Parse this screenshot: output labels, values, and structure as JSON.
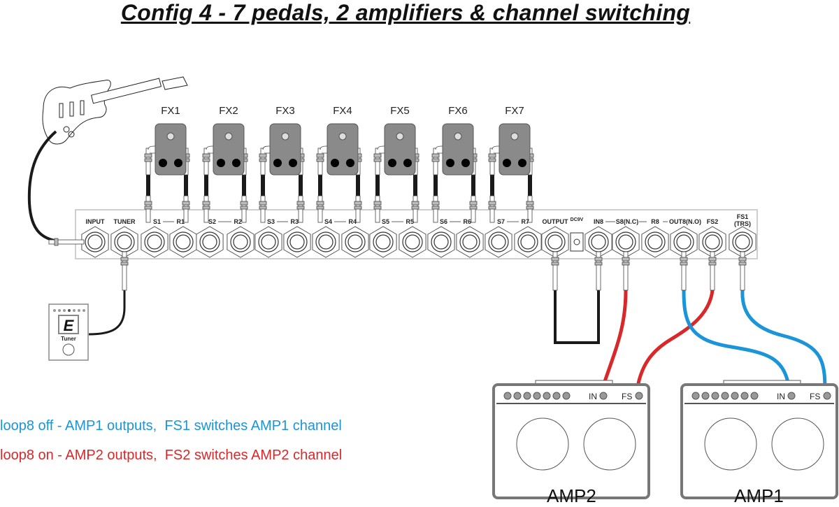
{
  "title": "Config 4 - 7 pedals, 2 amplifiers & channel switching",
  "pedals": [
    {
      "label": "FX1",
      "send": "S1",
      "return": "R1"
    },
    {
      "label": "FX2",
      "send": "S2",
      "return": "R2"
    },
    {
      "label": "FX3",
      "send": "S3",
      "return": "R3"
    },
    {
      "label": "FX4",
      "send": "S4",
      "return": "R4"
    },
    {
      "label": "FX5",
      "send": "S5",
      "return": "R5"
    },
    {
      "label": "FX6",
      "send": "S6",
      "return": "R6"
    },
    {
      "label": "FX7",
      "send": "S7",
      "return": "R7"
    }
  ],
  "switcher": {
    "input_label": "INPUT",
    "tuner_label": "TUNER",
    "output_label": "OUTPUT",
    "power_label": "DC9V",
    "in8_label": "IN8",
    "s8_label": "S8(N.C)",
    "r8_label": "R8",
    "out8_label": "OUT8(N.O)",
    "fs2_label": "FS2",
    "fs1_label_line1": "FS1",
    "fs1_label_line2": "(TRS)"
  },
  "tuner": {
    "display": "E",
    "label": "Tuner"
  },
  "amps": [
    {
      "name": "AMP2",
      "in_label": "IN",
      "fs_label": "FS",
      "cable_color": "#d8282a"
    },
    {
      "name": "AMP1",
      "in_label": "IN",
      "fs_label": "FS",
      "cable_color": "#1b95d8"
    }
  ],
  "legend": [
    {
      "text": "loop8 off - AMP1 outputs,  FS1 switches AMP1 channel",
      "color": "#1b95d8"
    },
    {
      "text": "loop8 on - AMP2 outputs,  FS2 switches AMP2 channel",
      "color": "#d8282a"
    }
  ],
  "colors": {
    "pedal_body": "#8a8a8a",
    "cable_black": "#1a1a1a",
    "cable_red": "#d8282a",
    "cable_blue": "#1b95d8"
  }
}
